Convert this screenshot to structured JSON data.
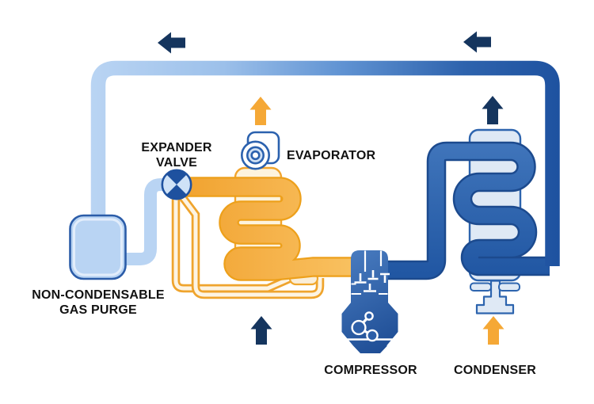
{
  "diagram": {
    "type": "refrigeration-cycle-diagram",
    "components": {
      "expander_valve": {
        "label_line1": "EXPANDER",
        "label_line2": "VALVE"
      },
      "evaporator": {
        "label": "EVAPORATOR"
      },
      "gas_purge": {
        "label_line1": "NON-CONDENSABLE",
        "label_line2": "GAS PURGE"
      },
      "compressor": {
        "label": "COMPRESSOR"
      },
      "condenser": {
        "label": "CONDENSER"
      }
    },
    "flow_arrows": {
      "top_left": {
        "direction": "left",
        "color": "#15355e"
      },
      "top_right": {
        "direction": "left",
        "color": "#15355e"
      },
      "evaporator_above": {
        "direction": "up",
        "color": "#f5a836"
      },
      "evaporator_below": {
        "direction": "up",
        "color": "#15355e"
      },
      "condenser_above": {
        "direction": "up",
        "color": "#15355e"
      },
      "condenser_below": {
        "direction": "up",
        "color": "#f5a836"
      }
    },
    "colors": {
      "pipe_light": "#b9d4f3",
      "pipe_dark": "#1e52a0",
      "coil_blue": "#2d64ae",
      "coil_blue_outline": "#1c4a8e",
      "pipe_orange": "#f5a836",
      "pipe_orange_outline": "#eda01b",
      "navy_arrow": "#15355e",
      "orange_arrow": "#f5a836",
      "evaporator_tank_fill": "#fdf3dd",
      "evaporator_tank_stroke": "#f2a52e",
      "condenser_tank_fill": "#dfe9f5",
      "condenser_tank_stroke": "#2d64ae",
      "purge_tank_fill": "#b9d4f3",
      "purge_tank_stroke": "#2b5ca8",
      "label_color": "#121212"
    }
  }
}
